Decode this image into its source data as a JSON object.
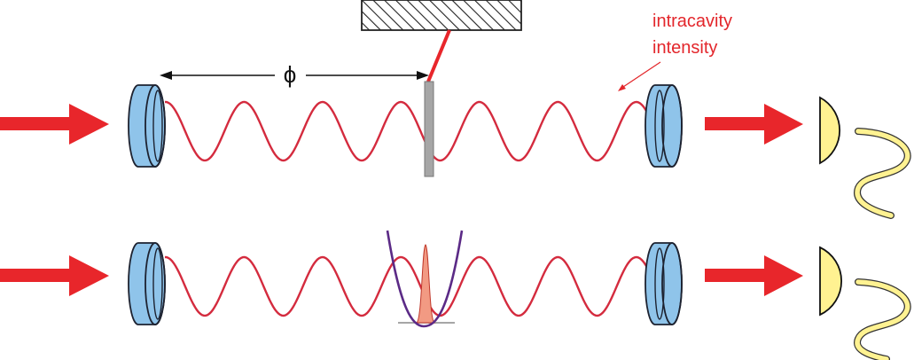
{
  "labels": {
    "annotation_line1": "intracavity",
    "annotation_line2": "intensity",
    "phase_symbol": "ϕ"
  },
  "colors": {
    "beam": "#e8262b",
    "wave": "#d42b3e",
    "mirror_fill": "#8fc4ea",
    "mirror_stroke": "#1d2230",
    "detector_fill": "#fff291",
    "detector_wire": "#fff291",
    "membrane": "#a6a6a6",
    "hatch": "#222222",
    "potential": "#5b2a86",
    "wavepacket": "#f29a83",
    "annotation": "#e3262b"
  },
  "icons": {
    "input_beam": "red-arrow-icon",
    "mirror": "cavity-mirror-icon",
    "output_beam": "red-arrow-icon",
    "detector": "photodetector-icon",
    "support": "hatched-support-icon"
  }
}
